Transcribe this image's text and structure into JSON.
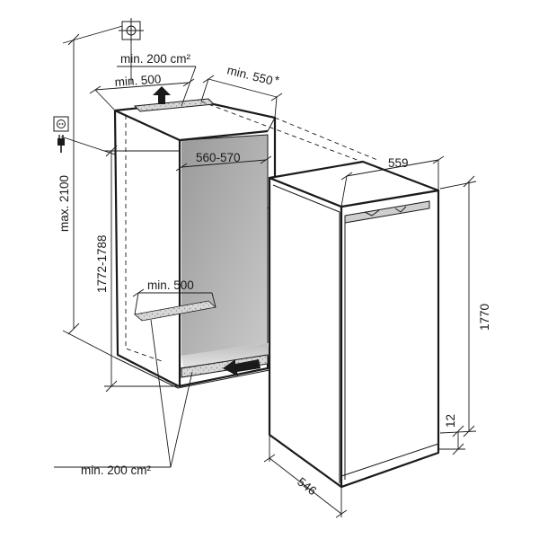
{
  "labels": {
    "top_vent": "min. 200 cm²",
    "top_depth": "min. 500",
    "niche_depth": "min. 550",
    "asterisk": "*",
    "niche_width": "560-570",
    "niche_height": "1772-1788",
    "max_height": "max. 2100",
    "bottom_depth": "min. 500",
    "bottom_vent": "min. 200 cm²",
    "app_width": "559",
    "app_height": "1770",
    "app_depth": "546",
    "plinth": "12"
  },
  "icons": {
    "crosshair": "crosshair-mount-icon",
    "socket": "power-socket-icon",
    "plug": "power-plug-icon",
    "arrow_up": "airflow-up-arrow-icon",
    "arrow_in": "airflow-in-arrow-icon"
  },
  "colors": {
    "interior": "#a8a8a8",
    "interior_light": "#d4d4d4",
    "ink": "#1a1a1a"
  }
}
